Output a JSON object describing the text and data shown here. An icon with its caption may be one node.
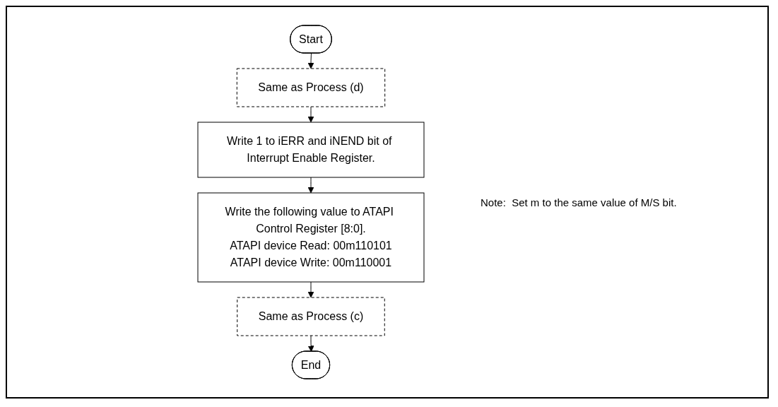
{
  "diagram": {
    "nodes": [
      {
        "text": [
          "Start"
        ]
      },
      {
        "text": [
          "Same as Process (d)"
        ]
      },
      {
        "text": [
          "Write 1 to iERR and iNEND bit of Interrupt Enable Register."
        ]
      },
      {
        "text": [
          "Write the following value to ATAPI Control Register [8:0].",
          "ATAPI device Read: 00m110101",
          "ATAPI device Write: 00m110001"
        ]
      },
      {
        "text": [
          "Same as Process (c)"
        ]
      },
      {
        "text": [
          "End"
        ]
      }
    ],
    "edges": [
      {
        "from": 0,
        "to": 1,
        "arrow": "to"
      },
      {
        "from": 1,
        "to": 2,
        "arrow": "to"
      },
      {
        "from": 2,
        "to": 3,
        "arrow": "to"
      },
      {
        "from": 3,
        "to": 4,
        "arrow": "to"
      },
      {
        "from": 4,
        "to": 5,
        "arrow": "to"
      }
    ],
    "labels": [
      "Note:  Set m to the same value of M/S bit."
    ]
  }
}
